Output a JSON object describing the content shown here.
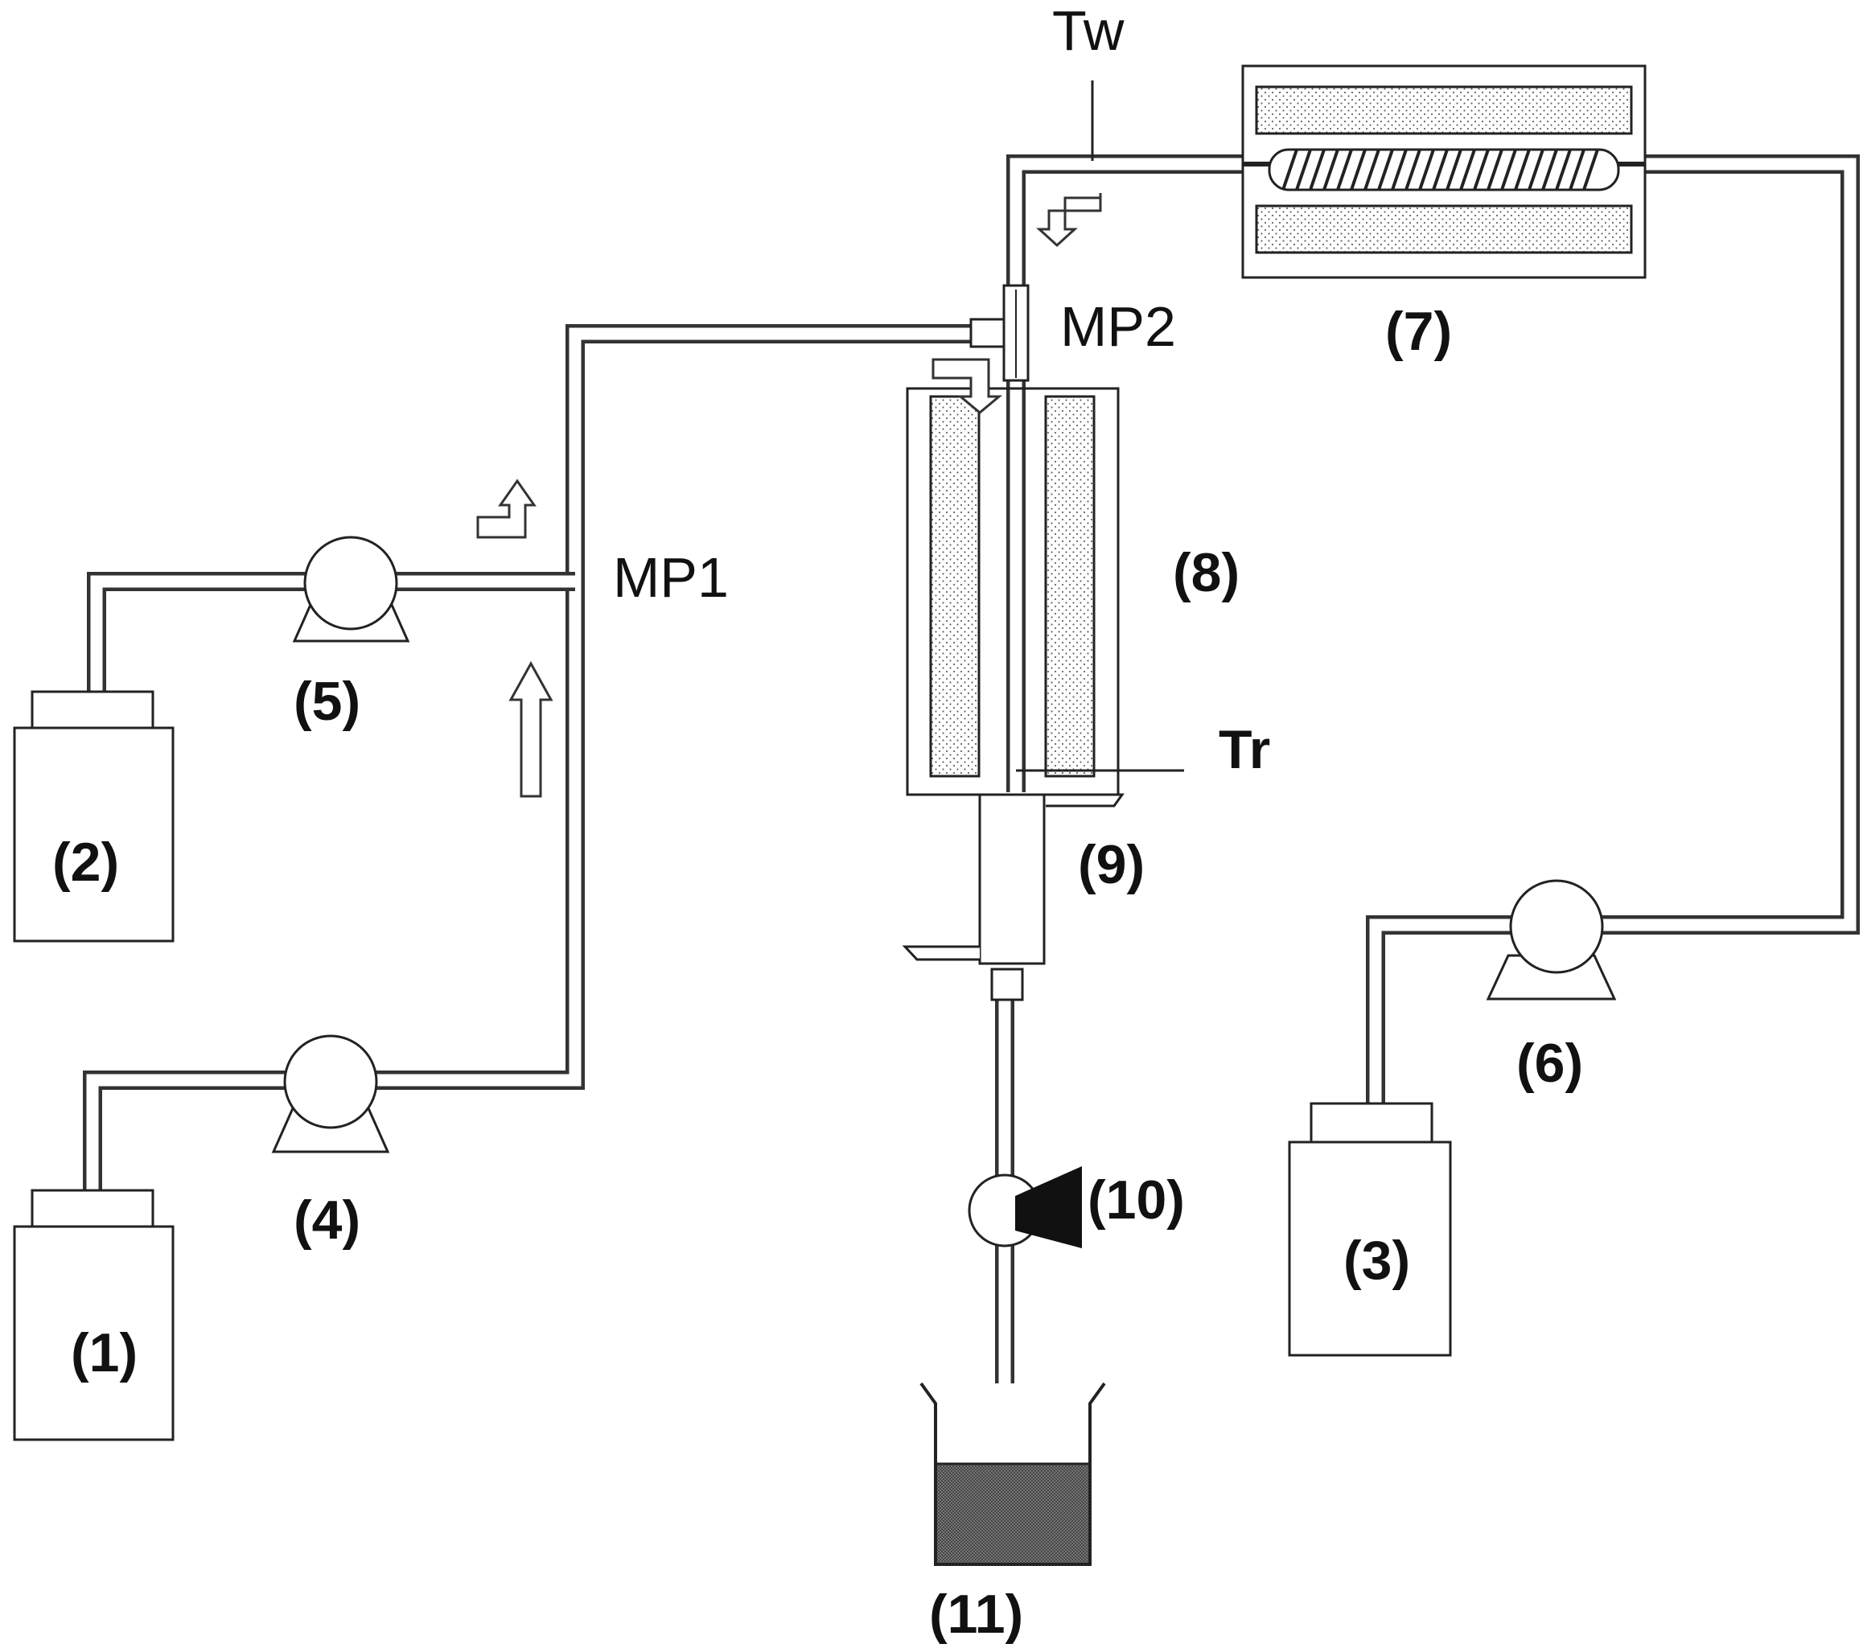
{
  "labels": {
    "tank1": "(1)",
    "tank2": "(2)",
    "tank3": "(3)",
    "pump4": "(4)",
    "pump5": "(5)",
    "pump6": "(6)",
    "preheater7": "(7)",
    "reactor8": "(8)",
    "cooler9": "(9)",
    "valve10": "(10)",
    "beaker11": "(11)",
    "mixing_point_1": "MP1",
    "mixing_point_2": "MP2",
    "water_temperature": "Tw",
    "reactor_temperature": "Tr"
  }
}
